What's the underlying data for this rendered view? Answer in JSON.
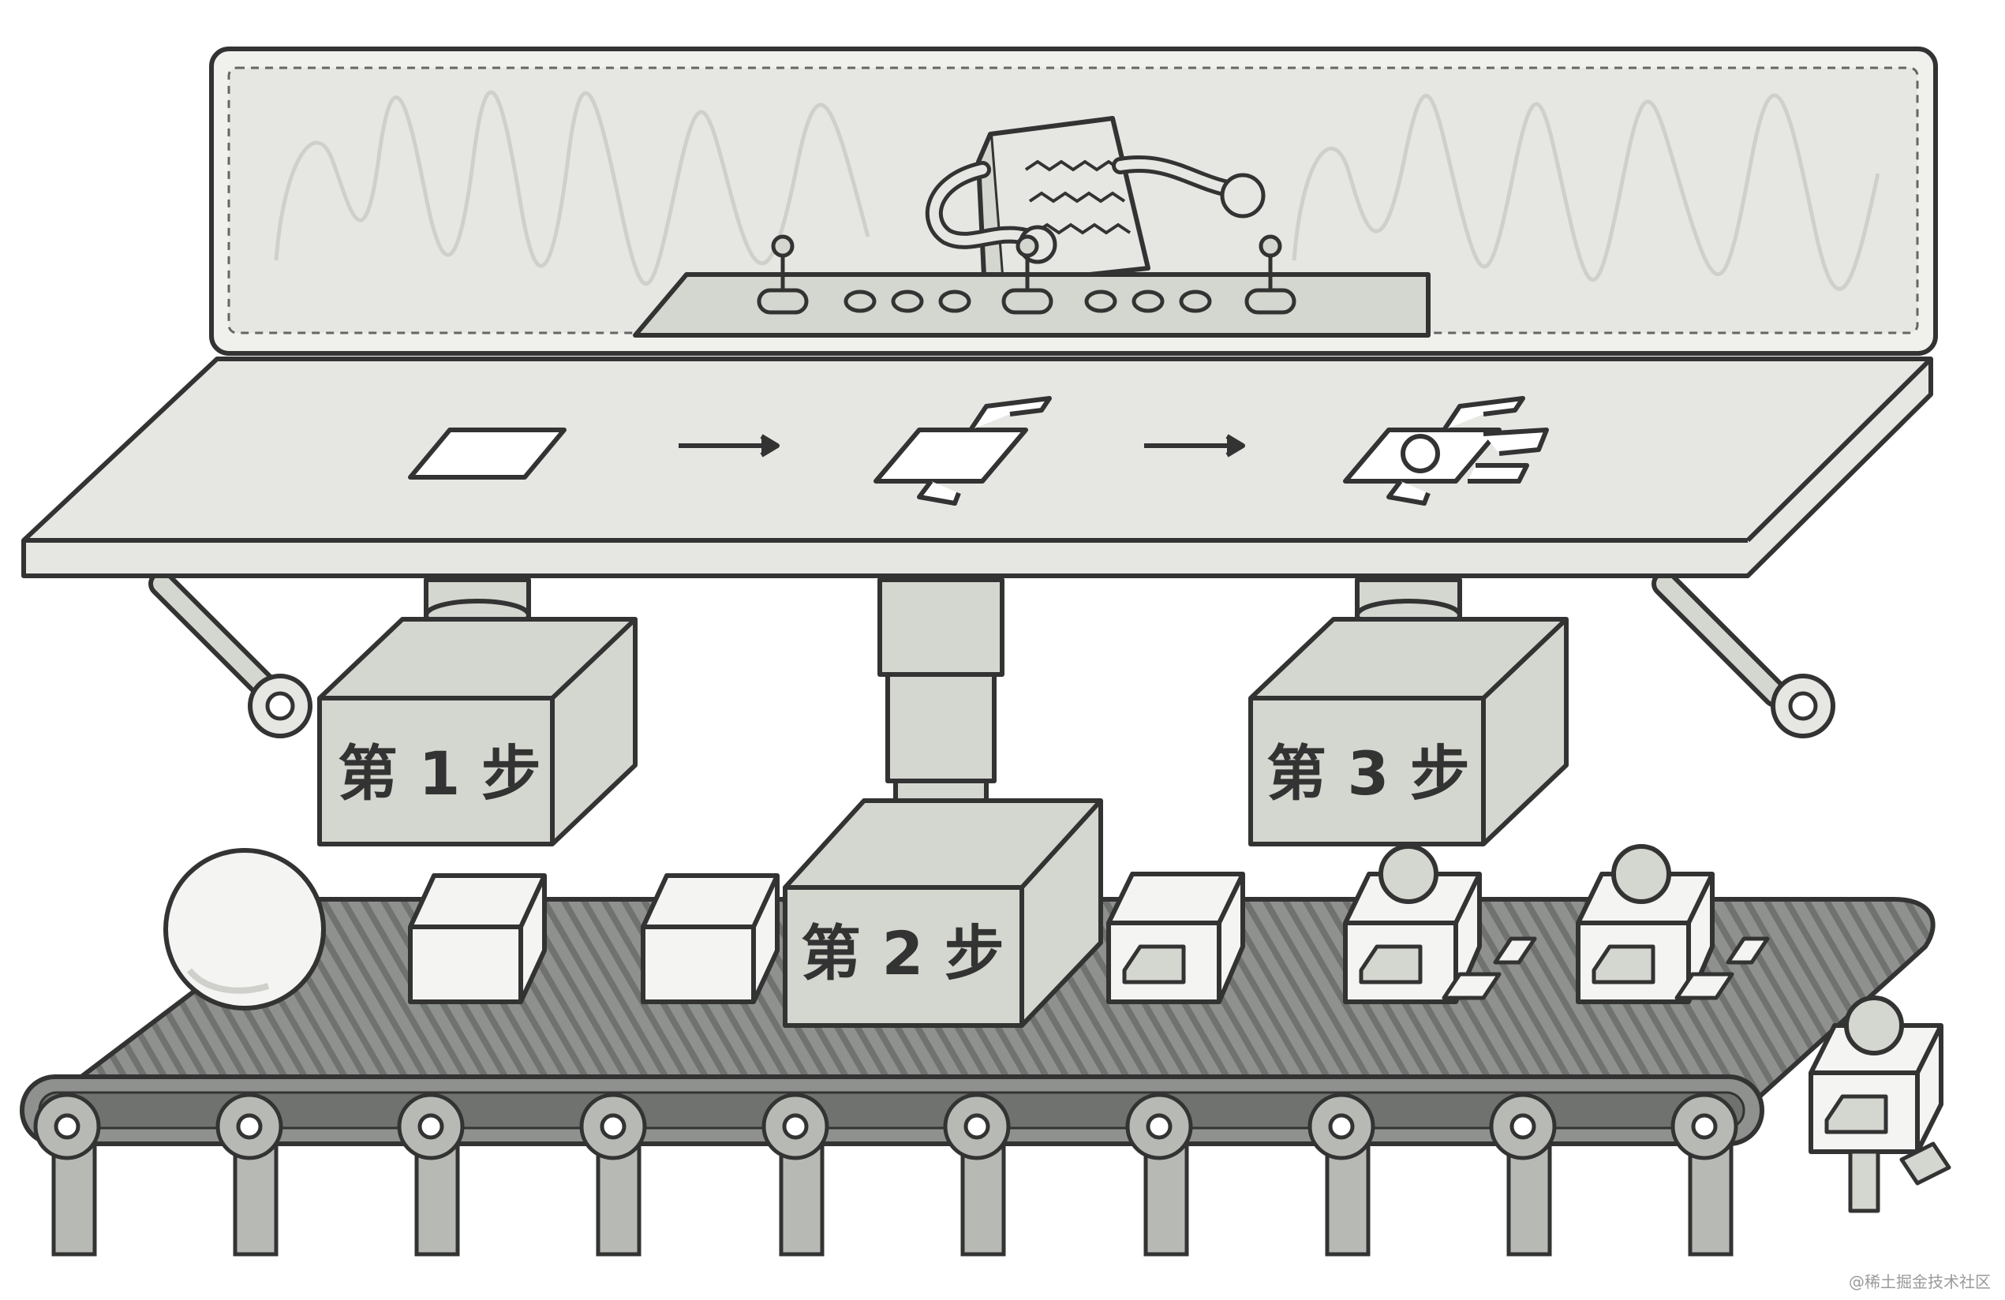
{
  "illustration": {
    "steps": [
      {
        "label": "第 1 步"
      },
      {
        "label": "第 2 步"
      },
      {
        "label": "第 3 步"
      }
    ],
    "watermark": "@稀土掘金技术社区",
    "colors": {
      "outline": "#333333",
      "panel": "#e6e7e3",
      "box": "#d4d7cf",
      "belt": "#8e918d",
      "belt_dark": "#6f726e",
      "white": "#f4f4f2"
    },
    "icons": [
      "factory-robot-icon",
      "control-panel-icon",
      "conveyor-belt-icon",
      "ball-icon",
      "cube-icon",
      "robot-product-icon",
      "arrow-right-icon"
    ]
  }
}
